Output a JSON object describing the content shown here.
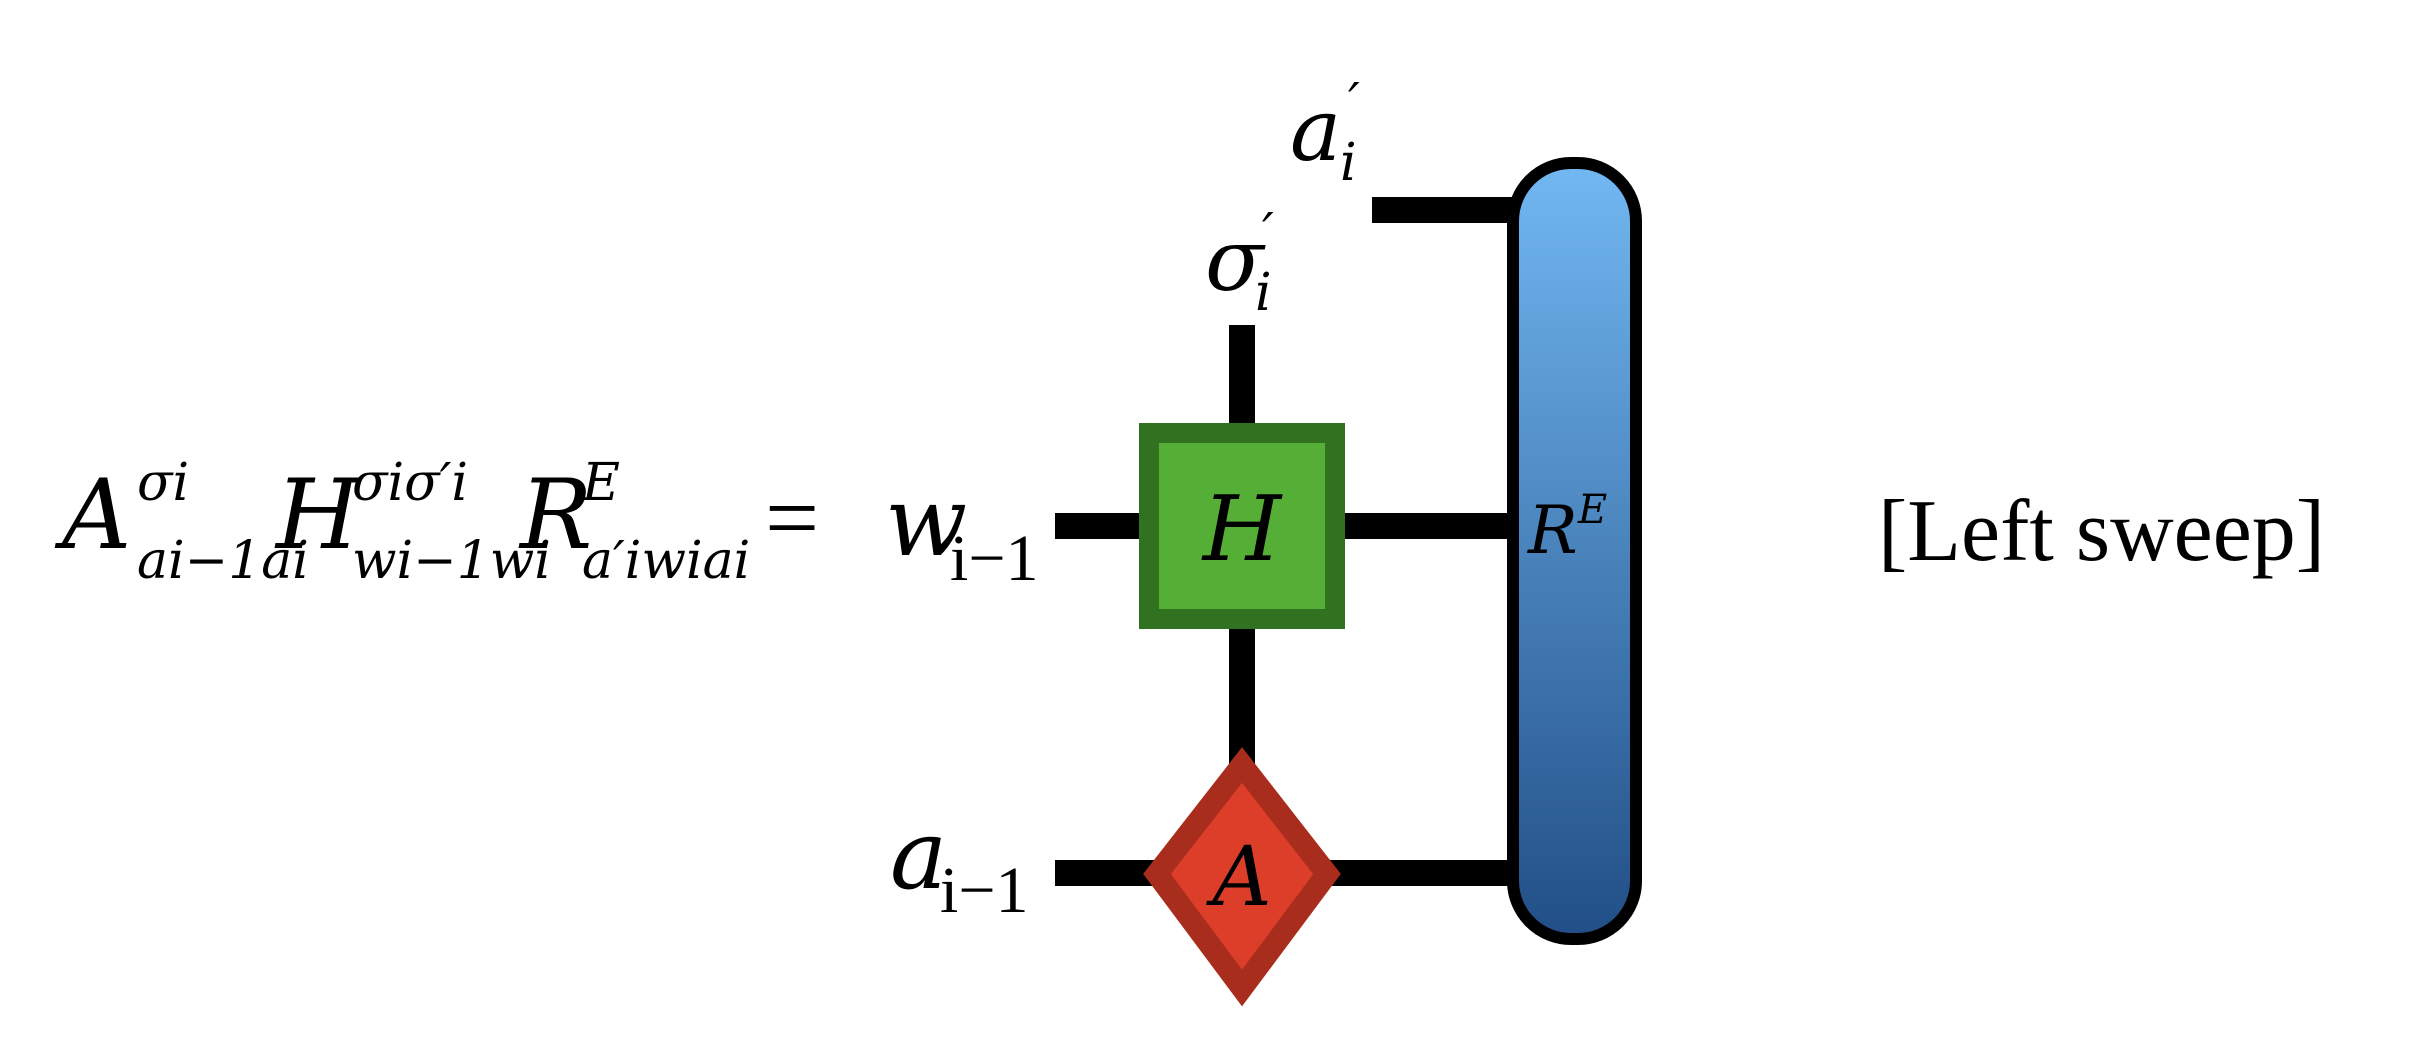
{
  "equation": {
    "A": "A",
    "A_sup": "σi",
    "A_sub": "ai−1ai",
    "H": "H",
    "H_sup": "σiσ′i",
    "H_sub": "wi−1wi",
    "R": "R",
    "R_sup": "E",
    "R_sub": "a′iwiai",
    "equals": "="
  },
  "labels": {
    "w_left": "w",
    "w_left_sub": "i−1",
    "a_left": "a",
    "a_left_sub": "i−1",
    "sigma_top": "σ",
    "sigma_prime": "′",
    "sigma_sub": "i",
    "a_top": "a",
    "a_top_prime": "′",
    "a_top_sub": "i"
  },
  "tensors": {
    "H": {
      "label": "H",
      "fill": "#55ae35",
      "border": "#317221"
    },
    "A": {
      "label": "A",
      "fill": "#dd3e2a",
      "border": "#a92d1c"
    },
    "R": {
      "label": "R",
      "label_sup": "E",
      "fill_top": "#72b8f2",
      "fill_bottom": "#214e86",
      "border": "#000000"
    }
  },
  "sweep_label": "[Left sweep]"
}
